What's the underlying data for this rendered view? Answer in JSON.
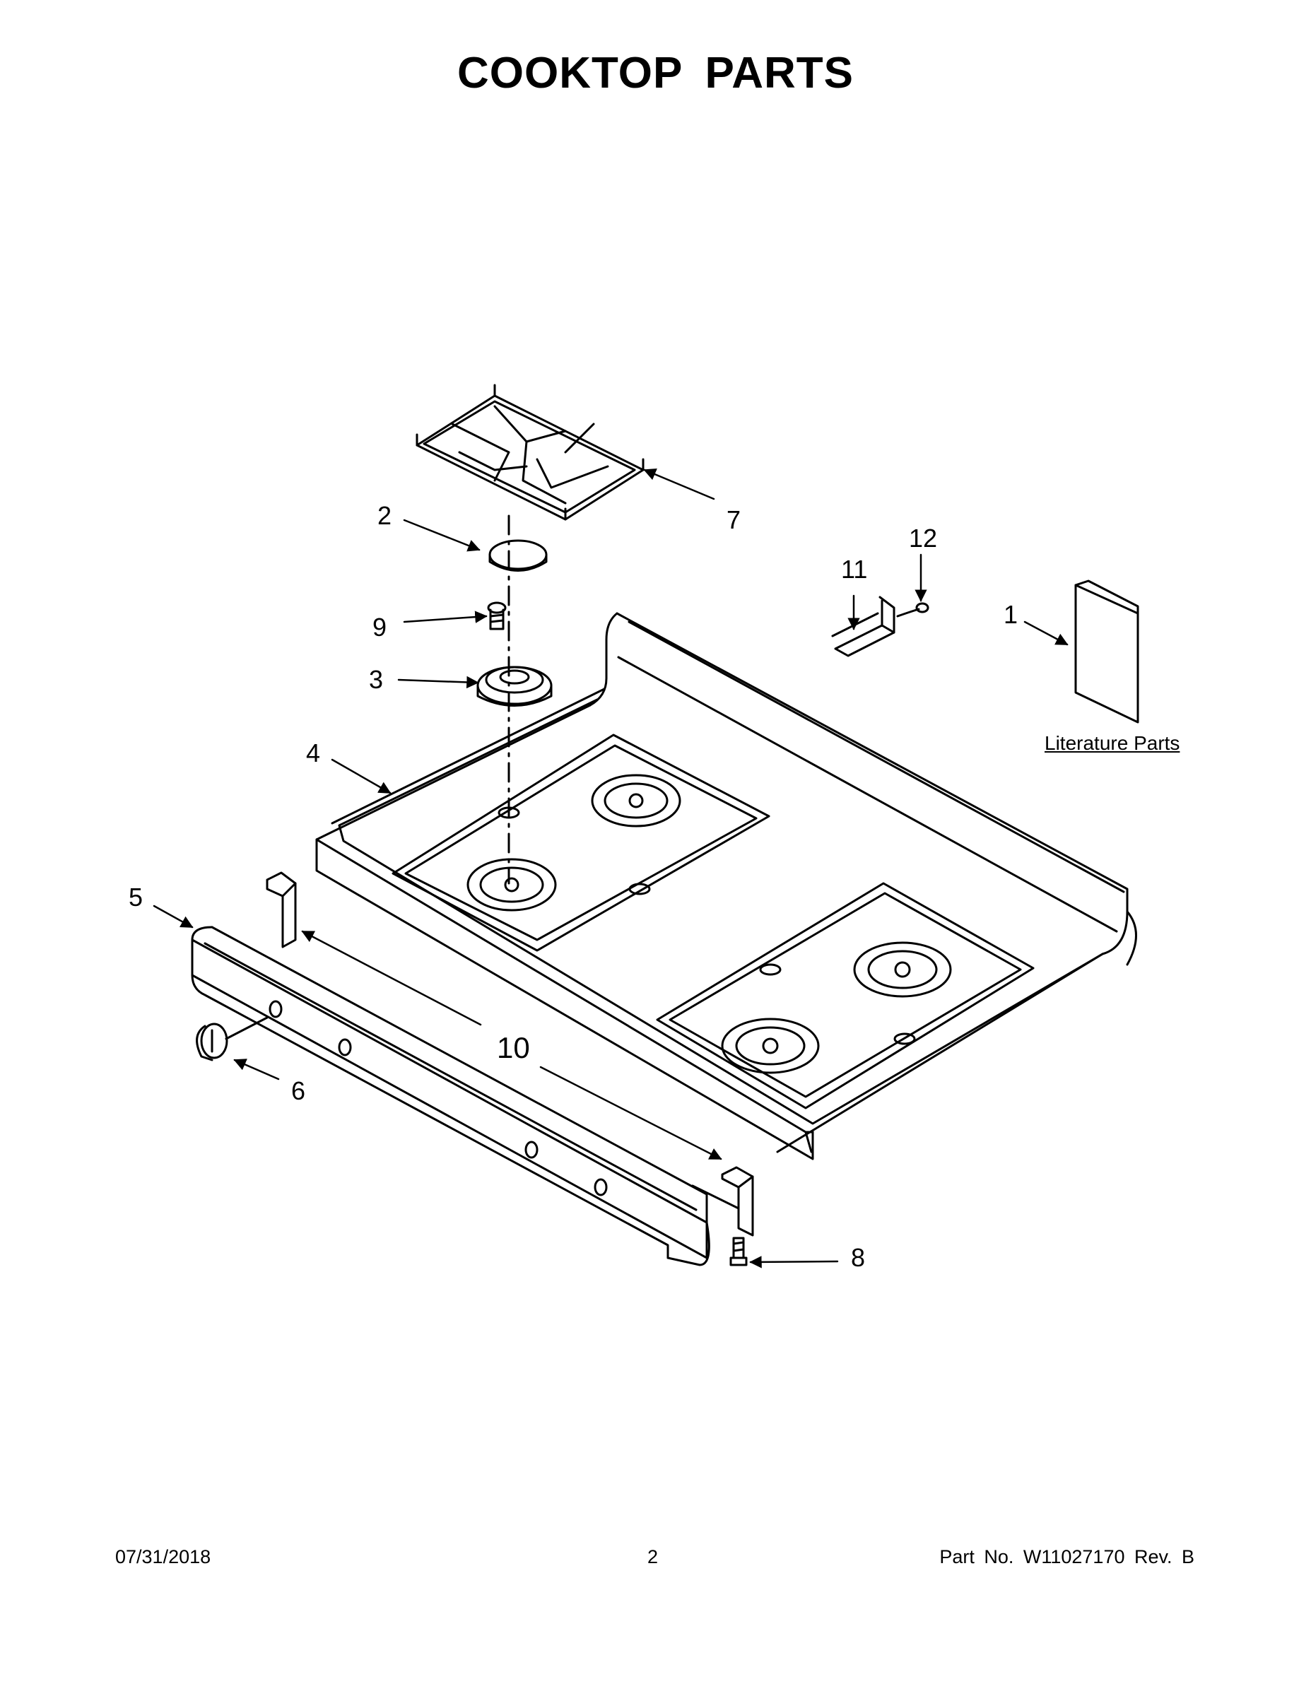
{
  "title": "COOKTOP PARTS",
  "literature_label": "Literature Parts",
  "callouts": {
    "c1": "1",
    "c2": "2",
    "c3": "3",
    "c4": "4",
    "c5": "5",
    "c6": "6",
    "c7": "7",
    "c8": "8",
    "c9": "9",
    "c10": "10",
    "c11": "11",
    "c12": "12"
  },
  "footer": {
    "date": "07/31/2018",
    "page": "2",
    "part": "Part No.  W11027170  Rev.  B"
  },
  "colors": {
    "line": "#000000",
    "background": "#ffffff"
  }
}
